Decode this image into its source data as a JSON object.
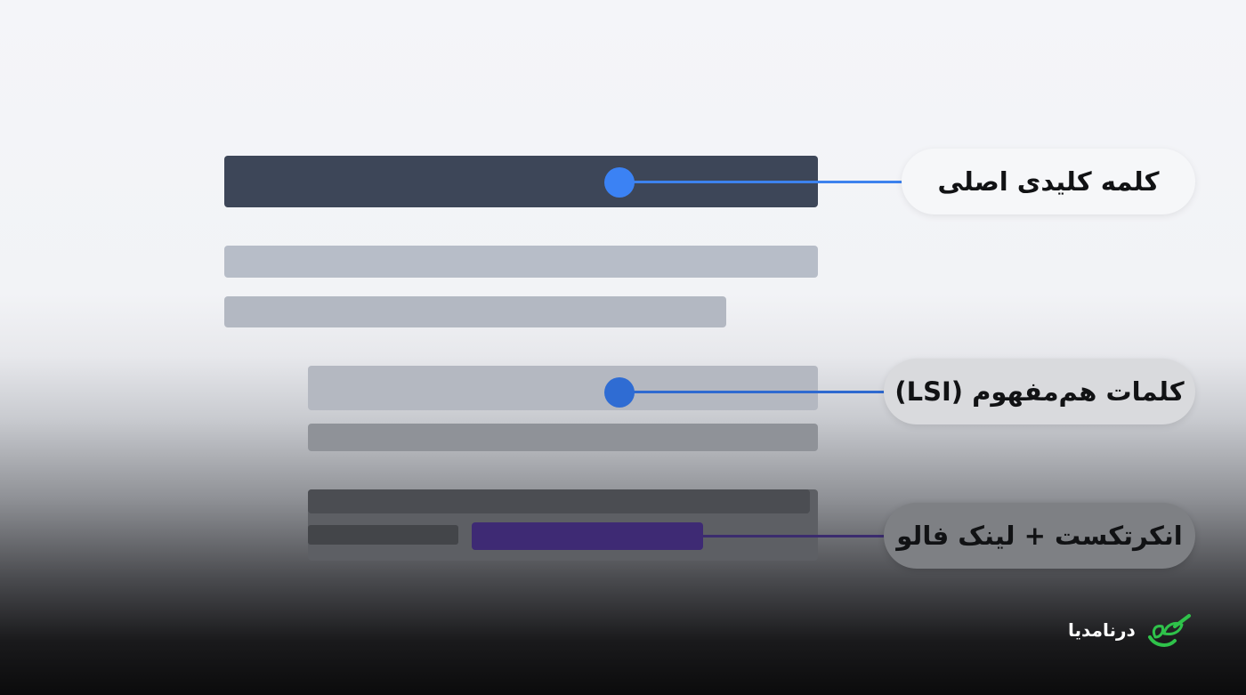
{
  "labels": {
    "main_keyword": "کلمه کلیدی اصلی",
    "lsi_keywords": "کلمات هم‌مفهوم (LSI)",
    "anchor_text": "انکرتکست + لینک فالو"
  },
  "brand": {
    "name": "درنامدیا",
    "logo_icon": "leaf-sprout-icon"
  },
  "colors": {
    "main_connector": "#3b82f4",
    "lsi_connector": "#2f6cd3",
    "anchor_link": "#3e2a74",
    "brand_green": "#2fc24a"
  }
}
